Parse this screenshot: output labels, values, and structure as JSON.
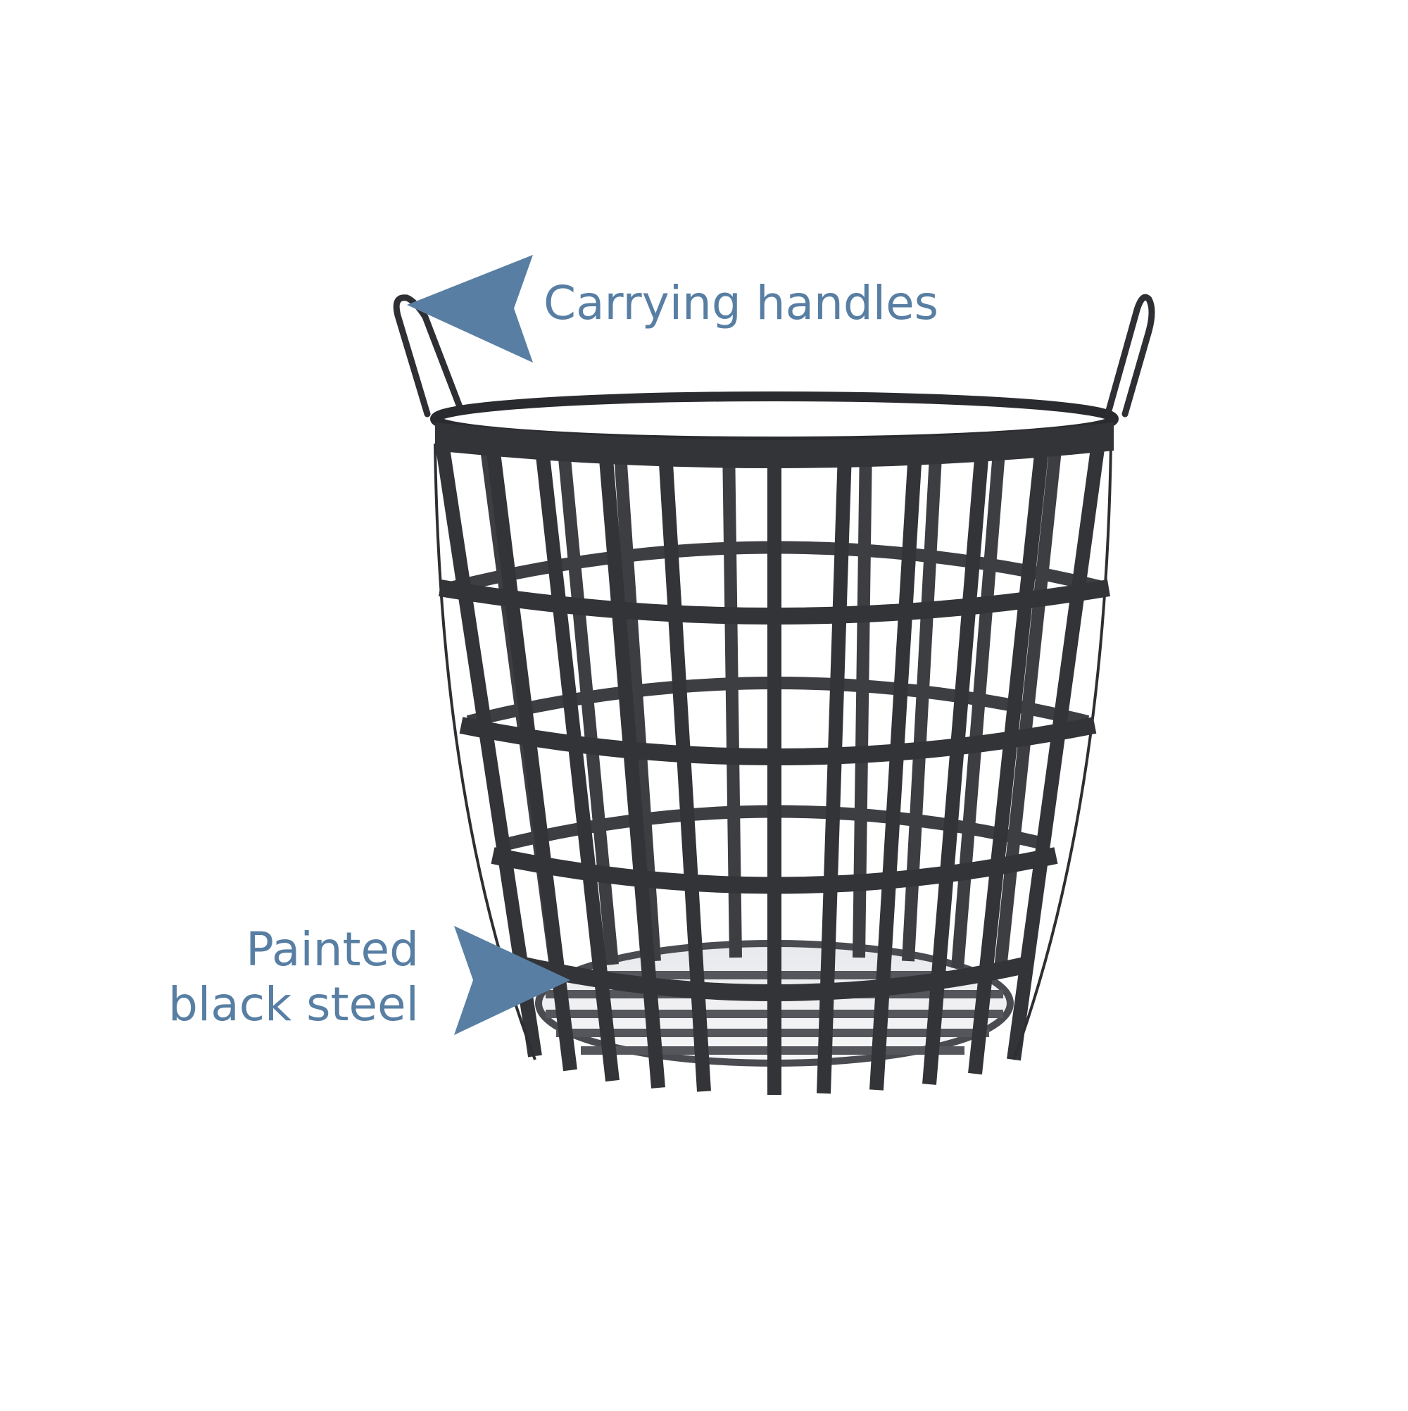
{
  "image": {
    "subject": "black steel wire basket with carrying handles",
    "background_color": "#ffffff",
    "accent_color": "#587fa3",
    "basket_color": "#3a3b3f"
  },
  "callouts": [
    {
      "id": "handles",
      "text": "Carrying handles",
      "arrow_direction": "left",
      "arrow_icon": "triangle-arrow-left"
    },
    {
      "id": "material",
      "lines": [
        "Painted",
        "black steel"
      ],
      "arrow_direction": "right",
      "arrow_icon": "triangle-arrow-right"
    }
  ]
}
